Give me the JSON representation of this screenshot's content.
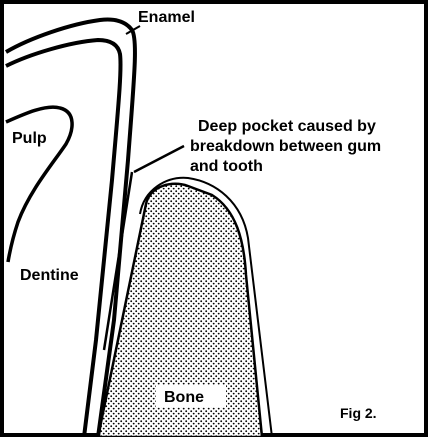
{
  "labels": {
    "enamel": "Enamel",
    "pulp": "Pulp",
    "pocket_line1": "Deep pocket caused by",
    "pocket_line2": "breakdown between gum",
    "pocket_line3": "and tooth",
    "dentine": "Dentine",
    "bone": "Bone",
    "fig": "Fig 2."
  },
  "colors": {
    "line": "#000000",
    "background": "#ffffff",
    "bone_dots": "#000000"
  }
}
